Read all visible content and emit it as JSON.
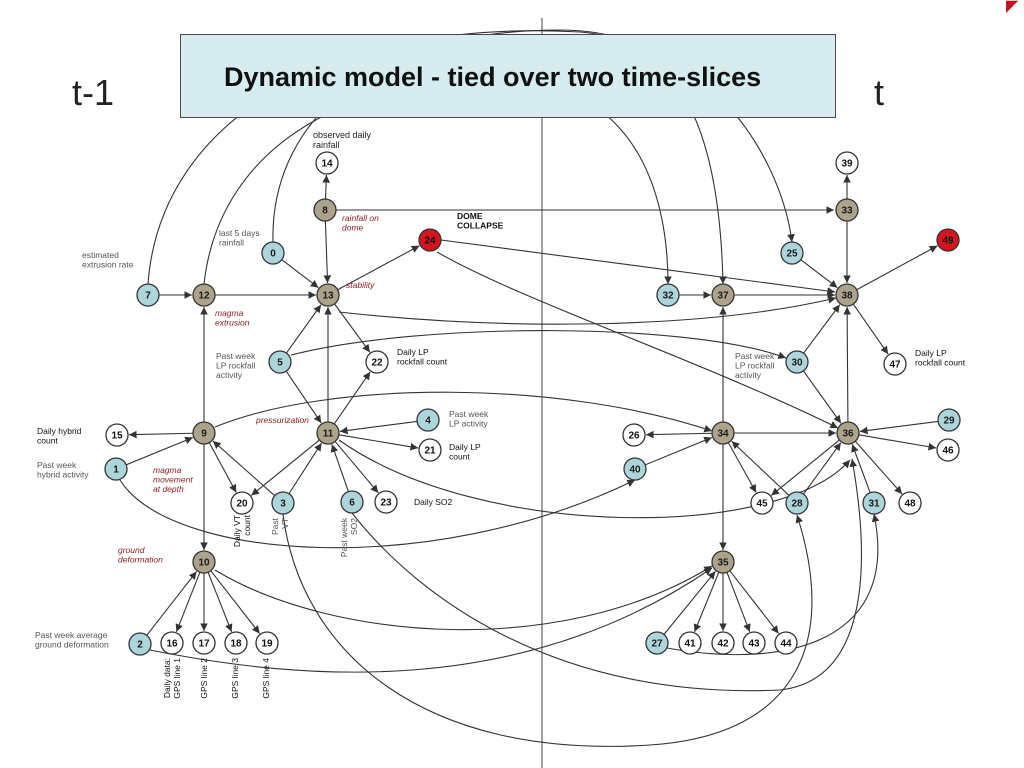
{
  "title": "Dynamic model - tied over two time-slices",
  "slices": {
    "left": "t-1",
    "right": "t"
  },
  "colors": {
    "observed_fill": "#acd6dc",
    "latent_fill": "#ada38b",
    "target_fill": "#d2151f",
    "measure_fill": "#ffffff",
    "stroke": "#333333",
    "label_red": "#8e1b1f",
    "label_gray": "#555555"
  },
  "nodes": [
    {
      "id": "0",
      "type": "observed"
    },
    {
      "id": "1",
      "type": "observed"
    },
    {
      "id": "2",
      "type": "observed"
    },
    {
      "id": "3",
      "type": "observed"
    },
    {
      "id": "4",
      "type": "observed"
    },
    {
      "id": "5",
      "type": "observed"
    },
    {
      "id": "6",
      "type": "observed"
    },
    {
      "id": "7",
      "type": "observed"
    },
    {
      "id": "8",
      "type": "latent"
    },
    {
      "id": "9",
      "type": "latent"
    },
    {
      "id": "10",
      "type": "latent"
    },
    {
      "id": "11",
      "type": "latent"
    },
    {
      "id": "12",
      "type": "latent"
    },
    {
      "id": "13",
      "type": "latent"
    },
    {
      "id": "14",
      "type": "measure"
    },
    {
      "id": "15",
      "type": "measure"
    },
    {
      "id": "16",
      "type": "measure"
    },
    {
      "id": "17",
      "type": "measure"
    },
    {
      "id": "18",
      "type": "measure"
    },
    {
      "id": "19",
      "type": "measure"
    },
    {
      "id": "20",
      "type": "measure"
    },
    {
      "id": "21",
      "type": "measure"
    },
    {
      "id": "22",
      "type": "measure"
    },
    {
      "id": "23",
      "type": "measure"
    },
    {
      "id": "24",
      "type": "target"
    },
    {
      "id": "25",
      "type": "observed"
    },
    {
      "id": "26",
      "type": "measure"
    },
    {
      "id": "27",
      "type": "observed"
    },
    {
      "id": "28",
      "type": "observed"
    },
    {
      "id": "29",
      "type": "observed"
    },
    {
      "id": "30",
      "type": "observed"
    },
    {
      "id": "31",
      "type": "observed"
    },
    {
      "id": "32",
      "type": "observed"
    },
    {
      "id": "33",
      "type": "latent"
    },
    {
      "id": "34",
      "type": "latent"
    },
    {
      "id": "35",
      "type": "latent"
    },
    {
      "id": "36",
      "type": "latent"
    },
    {
      "id": "37",
      "type": "latent"
    },
    {
      "id": "38",
      "type": "latent"
    },
    {
      "id": "39",
      "type": "measure"
    },
    {
      "id": "40",
      "type": "observed"
    },
    {
      "id": "41",
      "type": "measure"
    },
    {
      "id": "42",
      "type": "measure"
    },
    {
      "id": "43",
      "type": "measure"
    },
    {
      "id": "44",
      "type": "measure"
    },
    {
      "id": "45",
      "type": "measure"
    },
    {
      "id": "46",
      "type": "measure"
    },
    {
      "id": "47",
      "type": "measure"
    },
    {
      "id": "48",
      "type": "measure"
    },
    {
      "id": "49",
      "type": "target"
    }
  ],
  "edges": [
    [
      "8",
      "14"
    ],
    [
      "8",
      "13"
    ],
    [
      "0",
      "13"
    ],
    [
      "7",
      "12"
    ],
    [
      "12",
      "13"
    ],
    [
      "13",
      "24"
    ],
    [
      "13",
      "22"
    ],
    [
      "5",
      "13"
    ],
    [
      "5",
      "11"
    ],
    [
      "9",
      "12"
    ],
    [
      "9",
      "15"
    ],
    [
      "1",
      "9"
    ],
    [
      "9",
      "20"
    ],
    [
      "3",
      "9"
    ],
    [
      "9",
      "10"
    ],
    [
      "11",
      "13"
    ],
    [
      "11",
      "22"
    ],
    [
      "4",
      "11"
    ],
    [
      "11",
      "21"
    ],
    [
      "3",
      "11"
    ],
    [
      "11",
      "20"
    ],
    [
      "6",
      "11"
    ],
    [
      "11",
      "23"
    ],
    [
      "10",
      "16"
    ],
    [
      "10",
      "17"
    ],
    [
      "10",
      "18"
    ],
    [
      "10",
      "19"
    ],
    [
      "2",
      "10"
    ],
    [
      "33",
      "39"
    ],
    [
      "33",
      "38"
    ],
    [
      "25",
      "38"
    ],
    [
      "32",
      "37"
    ],
    [
      "37",
      "38"
    ],
    [
      "38",
      "49"
    ],
    [
      "38",
      "47"
    ],
    [
      "30",
      "38"
    ],
    [
      "30",
      "36"
    ],
    [
      "36",
      "38"
    ],
    [
      "34",
      "37"
    ],
    [
      "34",
      "26"
    ],
    [
      "40",
      "34"
    ],
    [
      "34",
      "45"
    ],
    [
      "34",
      "36"
    ],
    [
      "34",
      "35"
    ],
    [
      "29",
      "36"
    ],
    [
      "36",
      "46"
    ],
    [
      "36",
      "45"
    ],
    [
      "28",
      "36"
    ],
    [
      "28",
      "34"
    ],
    [
      "31",
      "36"
    ],
    [
      "36",
      "48"
    ],
    [
      "35",
      "41"
    ],
    [
      "35",
      "42"
    ],
    [
      "35",
      "43"
    ],
    [
      "35",
      "44"
    ],
    [
      "27",
      "35"
    ]
  ],
  "labels": {
    "observed_daily_rainfall": [
      "observed daily",
      "rainfall"
    ],
    "last5days": [
      "last 5 days",
      "rainfall"
    ],
    "rainfall_on_dome": [
      "rainfall on",
      "dome"
    ],
    "dome_collapse": [
      "DOME",
      "COLLAPSE"
    ],
    "estimated_extrusion": [
      "estimated",
      "extrusion rate"
    ],
    "stability": "stability",
    "magma_extrusion": [
      "magma",
      "extrusion"
    ],
    "past_week_lp_rockfall_left": [
      "Past week",
      "LP rockfall",
      "activity"
    ],
    "daily_lp_rockfall_left": [
      "Daily LP",
      "rockfall count"
    ],
    "pressurization": "pressurization",
    "past_week_lp_activity": [
      "Past week",
      "LP activity"
    ],
    "daily_hybrid_count": [
      "Daily hybrid",
      "count"
    ],
    "daily_lp_count": [
      "Daily LP",
      "count"
    ],
    "past_week_hybrid": [
      "Past week",
      "hybrid activity"
    ],
    "magma_movement": [
      "magma",
      "movement",
      "at depth"
    ],
    "daily_so2": "Daily SO2",
    "daily_vt_count": [
      "Daily VT",
      "count"
    ],
    "past_vt": [
      "Past",
      "VT"
    ],
    "past_week_so2": [
      "Past week",
      "SO2"
    ],
    "ground_deformation": [
      "ground",
      "deformation"
    ],
    "past_week_avg_ground": [
      "Past week average",
      "ground deformation"
    ],
    "daily_data_gps1": [
      "Daily data:",
      "GPS line 1"
    ],
    "gps2": "GPS line 2",
    "gps3": "GPS line 3",
    "gps4": "GPS line 4",
    "past_week_lp_rockfall_right": [
      "Past week",
      "LP rockfall",
      "activity"
    ],
    "daily_lp_rockfall_right": [
      "Daily LP",
      "rockfall count"
    ]
  }
}
